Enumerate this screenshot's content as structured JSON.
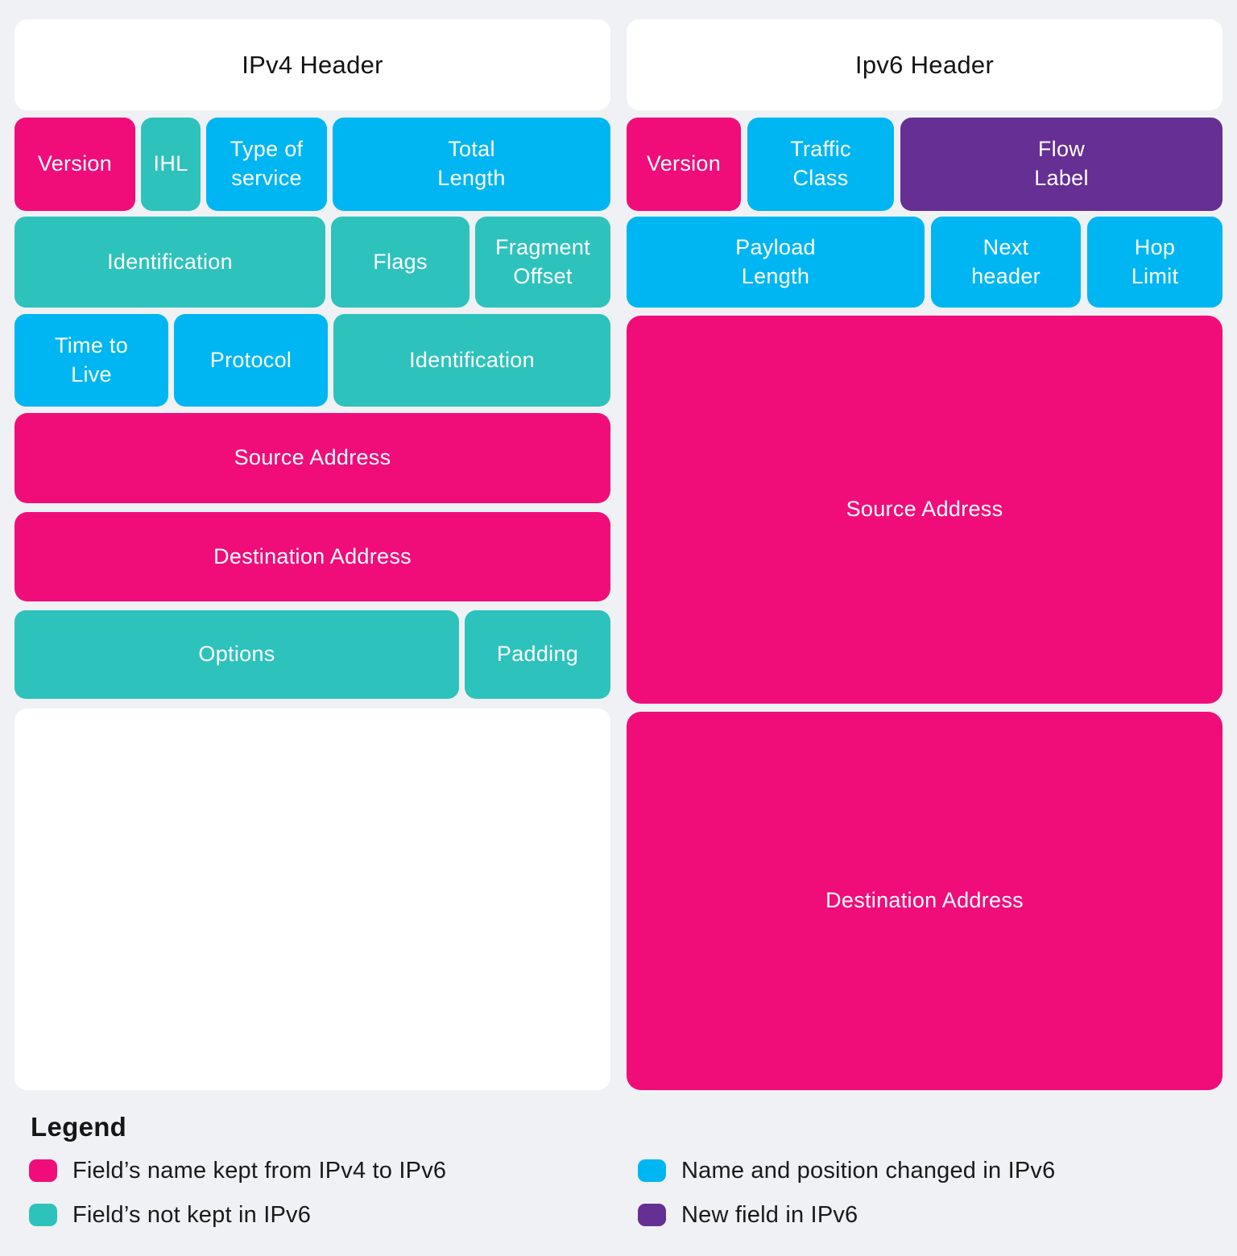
{
  "colors": {
    "background": "#F0F1F4",
    "kept": "#F00D7A",
    "not_kept": "#2EC2BC",
    "changed": "#00B6F2",
    "new": "#652F93"
  },
  "ipv4": {
    "title": "IPv4 Header",
    "fields": {
      "version": {
        "label": "Version",
        "status": "kept"
      },
      "ihl": {
        "label": "IHL",
        "status": "not_kept"
      },
      "tos": {
        "label": "Type of\nservice",
        "status": "changed"
      },
      "total_length": {
        "label": "Total\nLength",
        "status": "changed"
      },
      "identification": {
        "label": "Identification",
        "status": "not_kept"
      },
      "flags": {
        "label": "Flags",
        "status": "not_kept"
      },
      "fragment_offset": {
        "label": "Fragment\nOffset",
        "status": "not_kept"
      },
      "ttl": {
        "label": "Time to\nLive",
        "status": "changed"
      },
      "protocol": {
        "label": "Protocol",
        "status": "changed"
      },
      "identification2": {
        "label": "Identification",
        "status": "not_kept"
      },
      "source": {
        "label": "Source Address",
        "status": "kept"
      },
      "destination": {
        "label": "Destination Address",
        "status": "kept"
      },
      "options": {
        "label": "Options",
        "status": "not_kept"
      },
      "padding": {
        "label": "Padding",
        "status": "not_kept"
      }
    }
  },
  "ipv6": {
    "title": "Ipv6 Header",
    "fields": {
      "version": {
        "label": "Version",
        "status": "kept"
      },
      "traffic_class": {
        "label": "Traffic\nClass",
        "status": "changed"
      },
      "flow_label": {
        "label": "Flow\nLabel",
        "status": "new"
      },
      "payload_length": {
        "label": "Payload\nLength",
        "status": "changed"
      },
      "next_header": {
        "label": "Next\nheader",
        "status": "changed"
      },
      "hop_limit": {
        "label": "Hop\nLimit",
        "status": "changed"
      },
      "source": {
        "label": "Source Address",
        "status": "kept"
      },
      "destination": {
        "label": "Destination Address",
        "status": "kept"
      }
    }
  },
  "legend": {
    "title": "Legend",
    "items": [
      {
        "label": "Field’s name kept from IPv4 to IPv6",
        "status": "kept"
      },
      {
        "label": "Field’s not kept in IPv6",
        "status": "not_kept"
      },
      {
        "label": "Name and position changed in IPv6",
        "status": "changed"
      },
      {
        "label": "New field in IPv6",
        "status": "new"
      }
    ]
  }
}
